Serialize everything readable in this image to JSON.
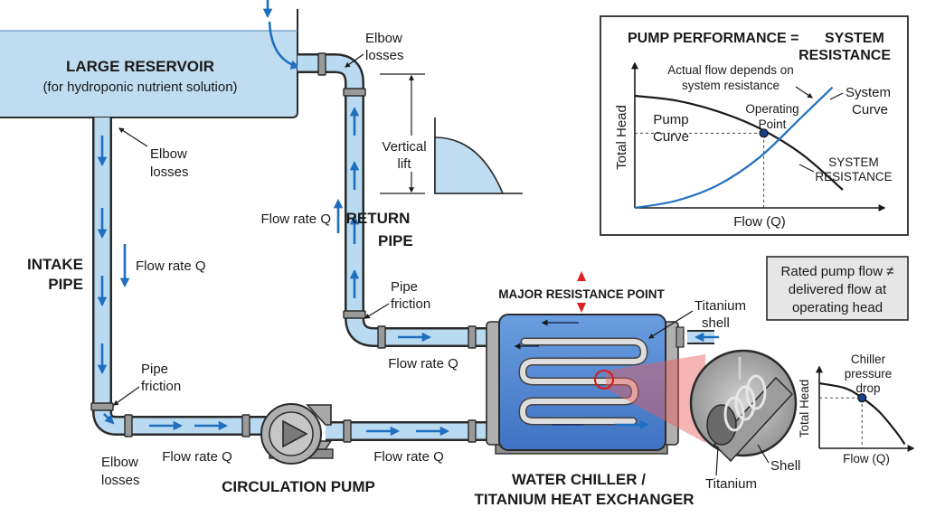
{
  "colors": {
    "pipe_fill": "#b9daf0",
    "pipe_outline": "#2a2a2a",
    "water": "#bfdcf0",
    "flow_arrow": "#1f6fc0",
    "tank_blue": "#5b8fd6",
    "system_curve": "#1f6fc0",
    "pump_curve": "#1a1a1a",
    "resistance_marker": "#e02020",
    "note_box": "#e6e6e6"
  },
  "reservoir": {
    "title": "LARGE RESERVOIR",
    "subtitle": "(for hydroponic nutrient solution)"
  },
  "intake": {
    "title_line1": "INTAKE",
    "title_line2": "PIPE",
    "flow_label": "Flow rate Q",
    "elbow_top_line1": "Elbow",
    "elbow_top_line2": "losses",
    "friction_line1": "Pipe",
    "friction_line2": "friction",
    "elbow_bottom_line1": "Elbow",
    "elbow_bottom_line2": "losses"
  },
  "pump": {
    "title": "CIRCULATION PUMP",
    "flow_left": "Flow rate Q",
    "flow_right": "Flow rate Q"
  },
  "return_pipe": {
    "title_line1": "RETURN",
    "title_line2": "PIPE",
    "flow_label": "Flow rate Q",
    "elbow_line1": "Elbow",
    "elbow_line2": "losses",
    "lift_line1": "Vertical",
    "lift_line2": "lift",
    "friction_line1": "Pipe",
    "friction_line2": "friction",
    "outlet_flow": "Flow rate Q"
  },
  "chiller": {
    "title_line1": "WATER CHILLER /",
    "title_line2": "TITANIUM HEAT EXCHANGER",
    "resistance_label": "MAJOR RESISTANCE POINT",
    "shell_line1": "Titanium",
    "shell_line2": "shell",
    "detail_shell": "Shell",
    "detail_titanium": "Titanium"
  },
  "note": {
    "line1": "Rated pump flow ≠",
    "line2": "delivered flow at",
    "line3": "operating head"
  },
  "chart_data": [
    {
      "type": "line",
      "title_line1": "PUMP PERFORMANCE =",
      "title_line2": "SYSTEM",
      "title_line3": "RESISTANCE",
      "xlabel": "Flow (Q)",
      "ylabel": "Total Head",
      "annotation_line1": "Actual flow depends on",
      "annotation_line2": "system resistance",
      "operating_point_line1": "Operating",
      "operating_point_line2": "Point",
      "resistance_line1": "SYSTEM",
      "resistance_line2": "RESISTANCE",
      "series": [
        {
          "name": "Pump Curve",
          "name_line1": "Pump",
          "name_line2": "Curve",
          "x": [
            0,
            0.2,
            0.4,
            0.6,
            0.8,
            1.0
          ],
          "y": [
            0.93,
            0.89,
            0.8,
            0.66,
            0.45,
            0.15
          ]
        },
        {
          "name": "System Curve",
          "name_line1": "System",
          "name_line2": "Curve",
          "x": [
            0,
            0.2,
            0.4,
            0.6,
            0.8,
            0.95
          ],
          "y": [
            0.0,
            0.06,
            0.19,
            0.42,
            0.75,
            1.0
          ]
        }
      ],
      "operating_point": {
        "x": 0.62,
        "y": 0.62
      },
      "xlim": [
        0,
        1.2
      ],
      "ylim": [
        0,
        1.2
      ],
      "grid": false
    },
    {
      "type": "line",
      "title_line1": "Chiller",
      "title_line2": "pressure",
      "title_line3": "drop",
      "xlabel": "Flow (Q)",
      "ylabel": "Total Head",
      "series": [
        {
          "x": [
            0,
            0.3,
            0.5,
            0.7,
            0.9,
            1.0
          ],
          "y": [
            0.8,
            0.74,
            0.62,
            0.45,
            0.2,
            0.05
          ]
        }
      ],
      "operating_point": {
        "x": 0.5,
        "y": 0.62
      },
      "xlim": [
        0,
        1.1
      ],
      "ylim": [
        0,
        1.0
      ],
      "grid": false
    }
  ]
}
